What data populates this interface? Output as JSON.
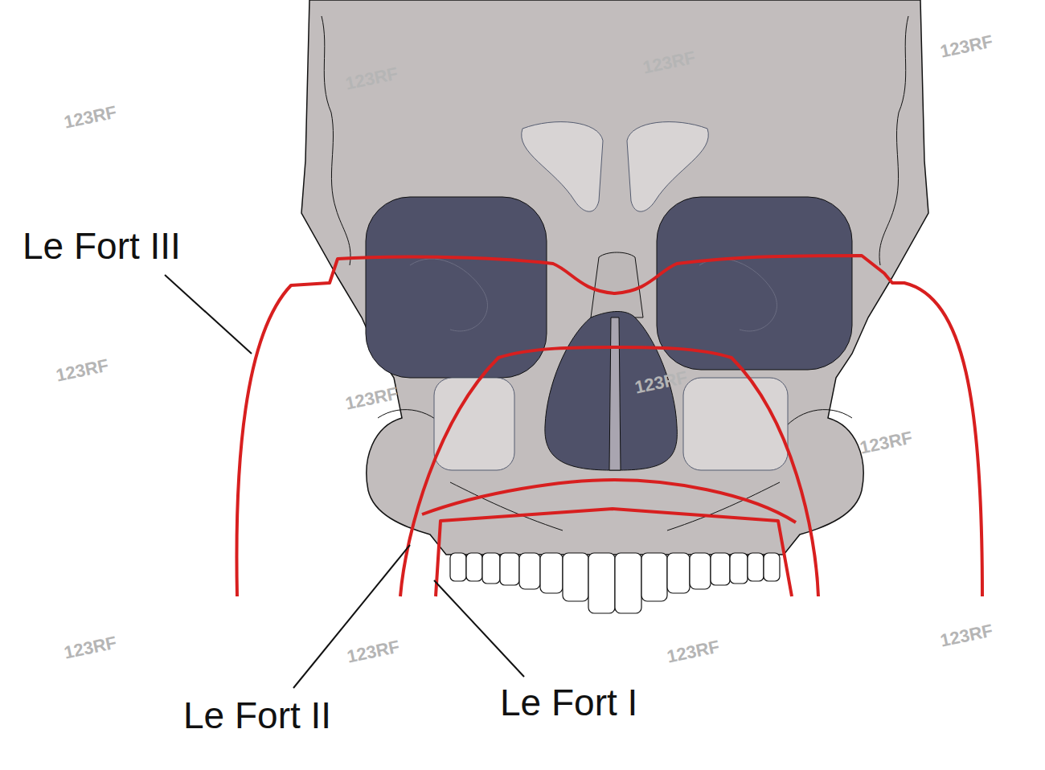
{
  "diagram": {
    "labels": [
      "Le Fort III",
      "Le Fort II",
      "Le Fort I",
      "123RF",
      "123RF",
      "123RF",
      "123RF",
      "123RF",
      "123RF",
      "123RF",
      "123RF",
      "123RF",
      "123RF",
      "123RF",
      "123RF"
    ]
  }
}
